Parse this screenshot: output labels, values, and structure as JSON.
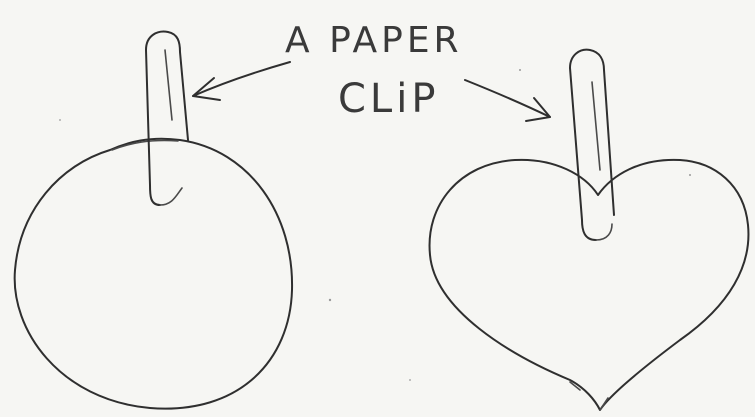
{
  "label": {
    "line1": "A PAPER",
    "line2": "CLiP"
  },
  "shapes": {
    "left": "circle",
    "right": "heart"
  }
}
